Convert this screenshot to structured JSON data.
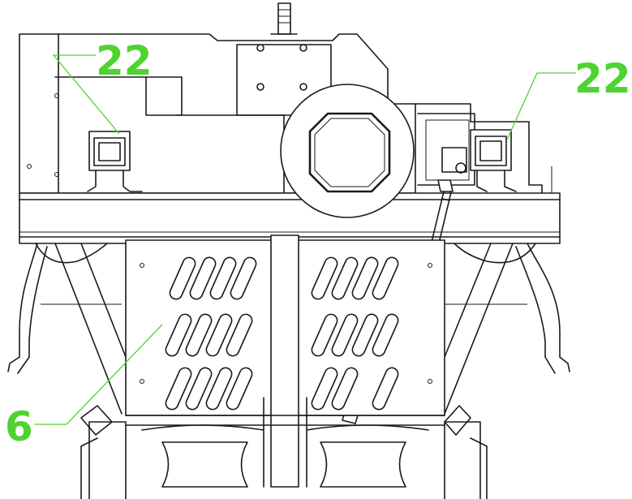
{
  "colors": {
    "callout": "#4fd330",
    "line": "#1a1a1a",
    "background": "#ffffff"
  },
  "callouts": [
    {
      "label": "22",
      "part": "left-bracket"
    },
    {
      "label": "22",
      "part": "right-bracket"
    },
    {
      "label": "6",
      "part": "guard-panel"
    }
  ]
}
